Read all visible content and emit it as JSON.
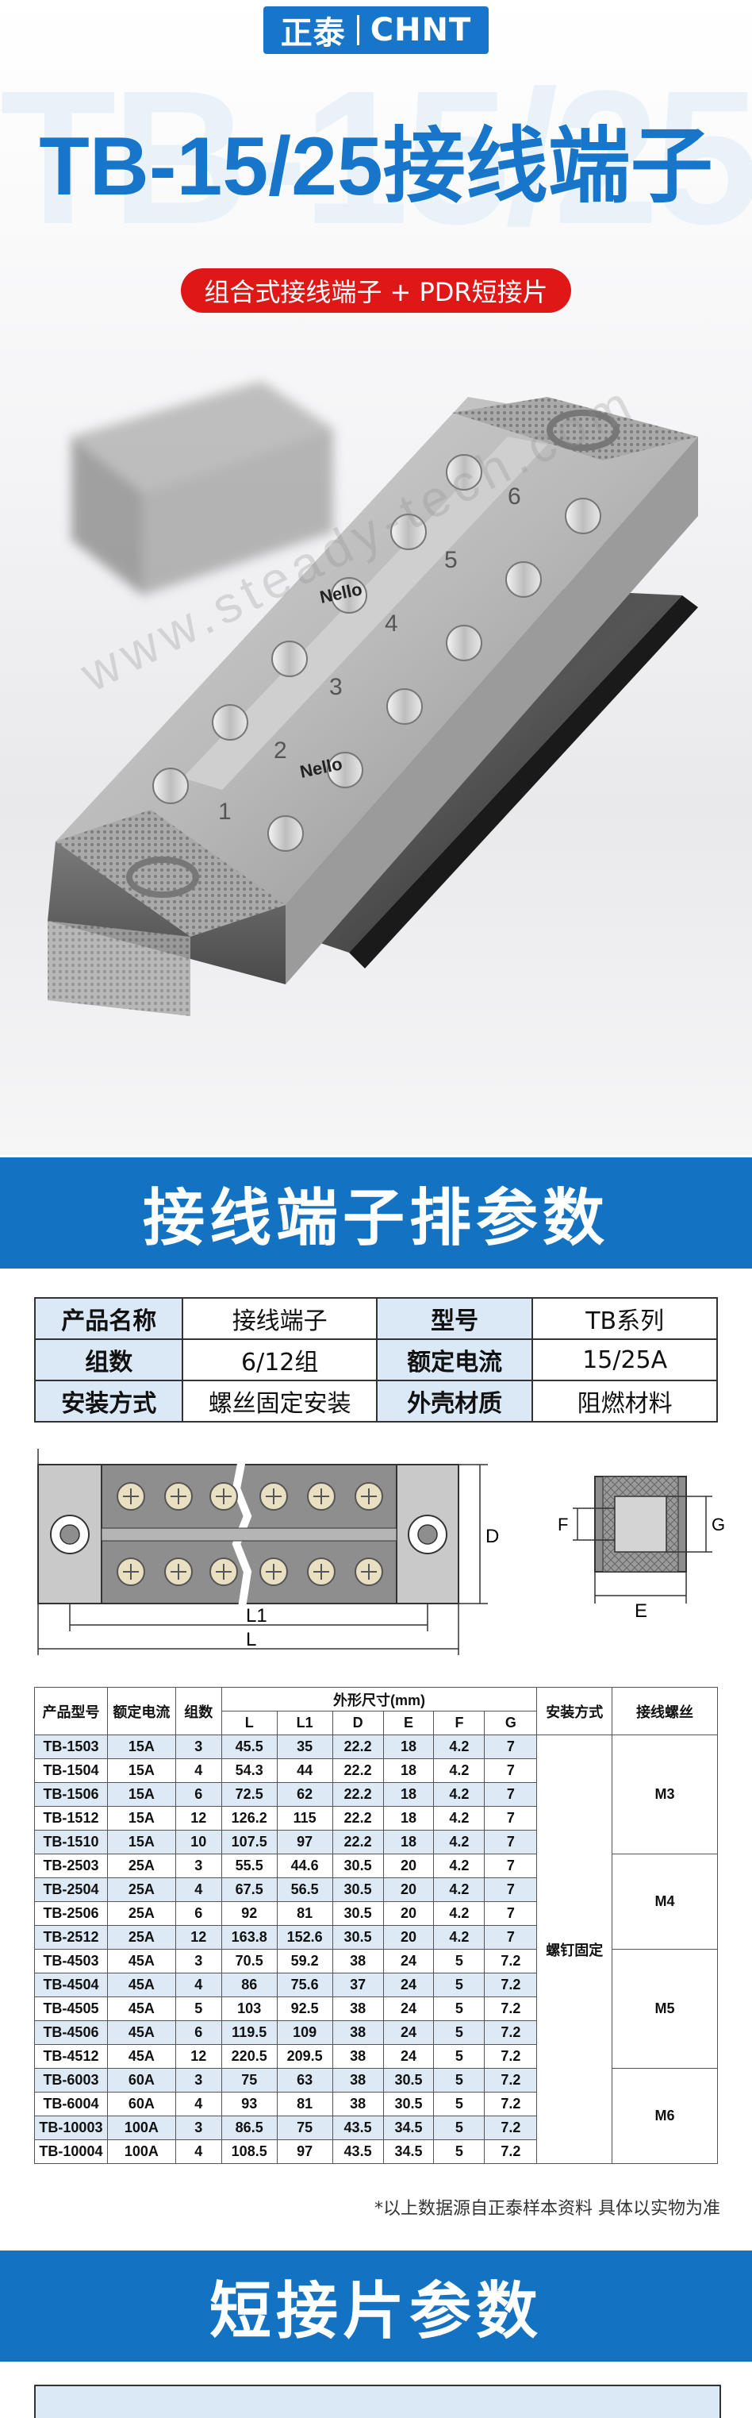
{
  "brand": {
    "cn": "正泰",
    "en": "CHNT"
  },
  "hero": {
    "ghost_title": "TB-15/25",
    "title": "TB-15/25接线端子",
    "subtitle": "组合式接线端子 + PDR短接片",
    "watermark": "www.steady-tech.com",
    "module_logo": "Nello",
    "terminal_numbers": [
      "1",
      "2",
      "3",
      "4",
      "5",
      "6"
    ]
  },
  "colors": {
    "brand_blue": "#1776c9",
    "banner_blue": "#1472c2",
    "red": "#e01717",
    "light_blue": "#dbe8f6"
  },
  "section1": {
    "title": "接线端子排参数"
  },
  "params": [
    {
      "k1": "产品名称",
      "v1": "接线端子",
      "k2": "型号",
      "v2": "TB系列"
    },
    {
      "k1": "组数",
      "v1": "6/12组",
      "k2": "额定电流",
      "v2": "15/25A"
    },
    {
      "k1": "安装方式",
      "v1": "螺丝固定安装",
      "k2": "外壳材质",
      "v2": "阻燃材料"
    }
  ],
  "drawing": {
    "labels": {
      "L": "L",
      "L1": "L1",
      "D": "D",
      "E": "E",
      "F": "F",
      "G": "G"
    }
  },
  "dims": {
    "headers": {
      "model": "产品型号",
      "current": "额定电流",
      "groups": "组数",
      "size": "外形尺寸(mm)",
      "install": "安装方式",
      "screw": "接线螺丝",
      "cols": [
        "L",
        "L1",
        "D",
        "E",
        "F",
        "G"
      ]
    },
    "install_value": "螺钉固定",
    "screws": [
      "M3",
      "M4",
      "M5",
      "M6"
    ],
    "rows": [
      [
        "TB-1503",
        "15A",
        "3",
        "45.5",
        "35",
        "22.2",
        "18",
        "4.2",
        "7"
      ],
      [
        "TB-1504",
        "15A",
        "4",
        "54.3",
        "44",
        "22.2",
        "18",
        "4.2",
        "7"
      ],
      [
        "TB-1506",
        "15A",
        "6",
        "72.5",
        "62",
        "22.2",
        "18",
        "4.2",
        "7"
      ],
      [
        "TB-1512",
        "15A",
        "12",
        "126.2",
        "115",
        "22.2",
        "18",
        "4.2",
        "7"
      ],
      [
        "TB-1510",
        "15A",
        "10",
        "107.5",
        "97",
        "22.2",
        "18",
        "4.2",
        "7"
      ],
      [
        "TB-2503",
        "25A",
        "3",
        "55.5",
        "44.6",
        "30.5",
        "20",
        "4.2",
        "7"
      ],
      [
        "TB-2504",
        "25A",
        "4",
        "67.5",
        "56.5",
        "30.5",
        "20",
        "4.2",
        "7"
      ],
      [
        "TB-2506",
        "25A",
        "6",
        "92",
        "81",
        "30.5",
        "20",
        "4.2",
        "7"
      ],
      [
        "TB-2512",
        "25A",
        "12",
        "163.8",
        "152.6",
        "30.5",
        "20",
        "4.2",
        "7"
      ],
      [
        "TB-4503",
        "45A",
        "3",
        "70.5",
        "59.2",
        "38",
        "24",
        "5",
        "7.2"
      ],
      [
        "TB-4504",
        "45A",
        "4",
        "86",
        "75.6",
        "37",
        "24",
        "5",
        "7.2"
      ],
      [
        "TB-4505",
        "45A",
        "5",
        "103",
        "92.5",
        "38",
        "24",
        "5",
        "7.2"
      ],
      [
        "TB-4506",
        "45A",
        "6",
        "119.5",
        "109",
        "38",
        "24",
        "5",
        "7.2"
      ],
      [
        "TB-4512",
        "45A",
        "12",
        "220.5",
        "209.5",
        "38",
        "24",
        "5",
        "7.2"
      ],
      [
        "TB-6003",
        "60A",
        "3",
        "75",
        "63",
        "38",
        "30.5",
        "5",
        "7.2"
      ],
      [
        "TB-6004",
        "60A",
        "4",
        "93",
        "81",
        "38",
        "30.5",
        "5",
        "7.2"
      ],
      [
        "TB-10003",
        "100A",
        "3",
        "86.5",
        "75",
        "43.5",
        "34.5",
        "5",
        "7.2"
      ],
      [
        "TB-10004",
        "100A",
        "4",
        "108.5",
        "97",
        "43.5",
        "34.5",
        "5",
        "7.2"
      ]
    ]
  },
  "note": "*以上数据源自正泰样本资料 具体以实物为准",
  "section2": {
    "title": "短接片参数"
  }
}
